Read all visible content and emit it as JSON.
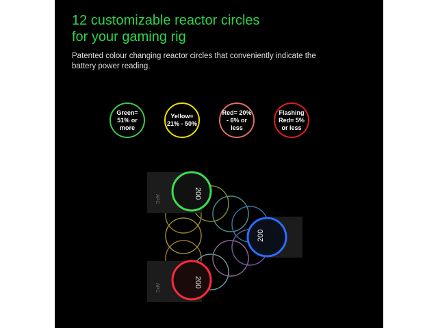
{
  "heading": {
    "title_line1": "12 customizable reactor circles",
    "title_line2": "for your gaming rig",
    "subtitle": "Patented colour changing reactor circles that conveniently indicate the battery power reading."
  },
  "levels": [
    {
      "label": "Green= 51% or more",
      "color": "#3ec84a"
    },
    {
      "label": "Yellow= 21% - 50%",
      "color": "#f0e000"
    },
    {
      "label": "Red= 20% - 6% or less",
      "color": "#e0705f"
    },
    {
      "label": "Flashing Red= 5% or less",
      "color": "#e02020"
    }
  ],
  "product": {
    "brand": "APC",
    "display_value": "200"
  }
}
